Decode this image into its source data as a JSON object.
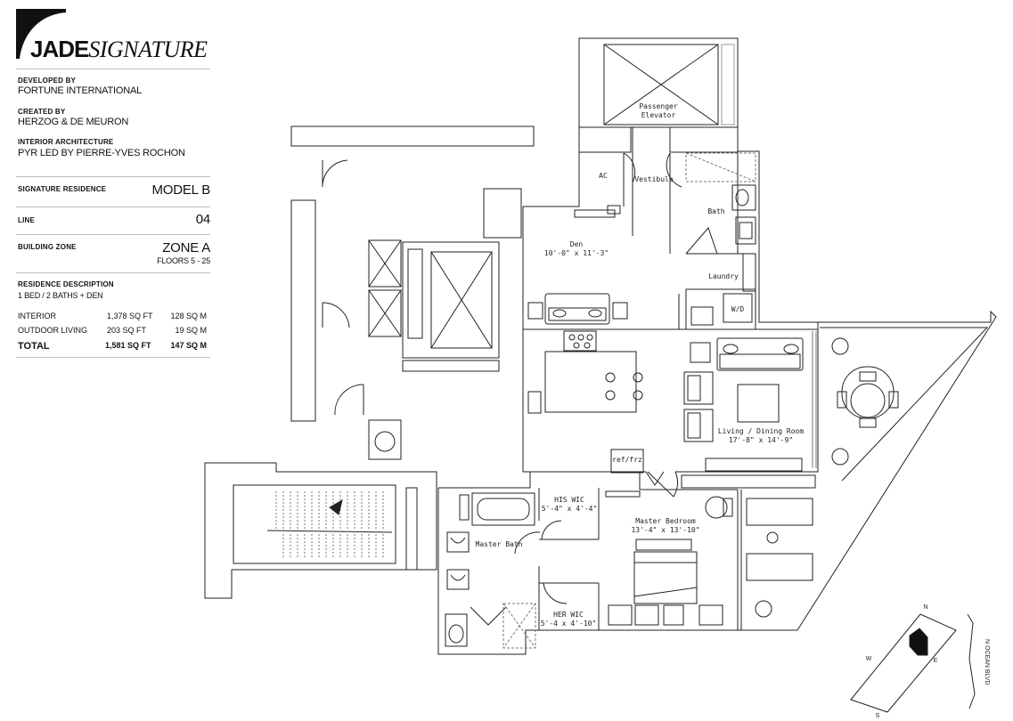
{
  "brand": {
    "name_bold": "JADE",
    "name_italic": "SIGNATURE"
  },
  "credits": [
    {
      "label": "DEVELOPED BY",
      "value": "FORTUNE INTERNATIONAL"
    },
    {
      "label": "CREATED BY",
      "value": "HERZOG & DE MEURON"
    },
    {
      "label": "INTERIOR ARCHITECTURE",
      "value": "PYR LED BY PIERRE-YVES ROCHON"
    }
  ],
  "specs": {
    "signature_label": "SIGNATURE RESIDENCE",
    "signature_value": "MODEL B",
    "line_label": "LINE",
    "line_value": "04",
    "zone_label": "BUILDING ZONE",
    "zone_value": "ZONE A",
    "zone_floors": "FLOORS 5 - 25",
    "desc_label": "RESIDENCE DESCRIPTION",
    "desc_value": "1 BED / 2 BATHS + DEN"
  },
  "areas": [
    {
      "name": "INTERIOR",
      "sqft": "1,378 SQ FT",
      "sqm": "128 SQ M"
    },
    {
      "name": "OUTDOOR LIVING",
      "sqft": "203 SQ FT",
      "sqm": "19 SQ M"
    },
    {
      "name": "TOTAL",
      "sqft": "1,581 SQ FT",
      "sqm": "147 SQ M"
    }
  ],
  "rooms": {
    "elevator_1": "Passenger",
    "elevator_2": "Elevator",
    "ac": "AC",
    "vestibule": "Vestibule",
    "bath": "Bath",
    "den": "Den",
    "den_dim": "10'-0\" x 11'-3\"",
    "laundry": "Laundry",
    "wd": "W/D",
    "living": "Living / Dining Room",
    "living_dim": "17'-8\" x 14'-9\"",
    "reffrz": "ref/frz",
    "his_wic": "HIS WIC",
    "his_dim": "5'-4\" x 4'-4\"",
    "master_bedroom": "Master Bedroom",
    "master_dim": "13'-4\" x 13'-10\"",
    "master_bath": "Master Bath",
    "her_wic": "HER WIC",
    "her_dim": "5'-4 x 4'-10\""
  },
  "compass": {
    "n": "N",
    "s": "S",
    "e": "E",
    "w": "W",
    "street": "N OCEAN BLVD"
  },
  "colors": {
    "line": "#222222",
    "rule": "#bdbdbd",
    "hatch": "#9a9a9a"
  }
}
